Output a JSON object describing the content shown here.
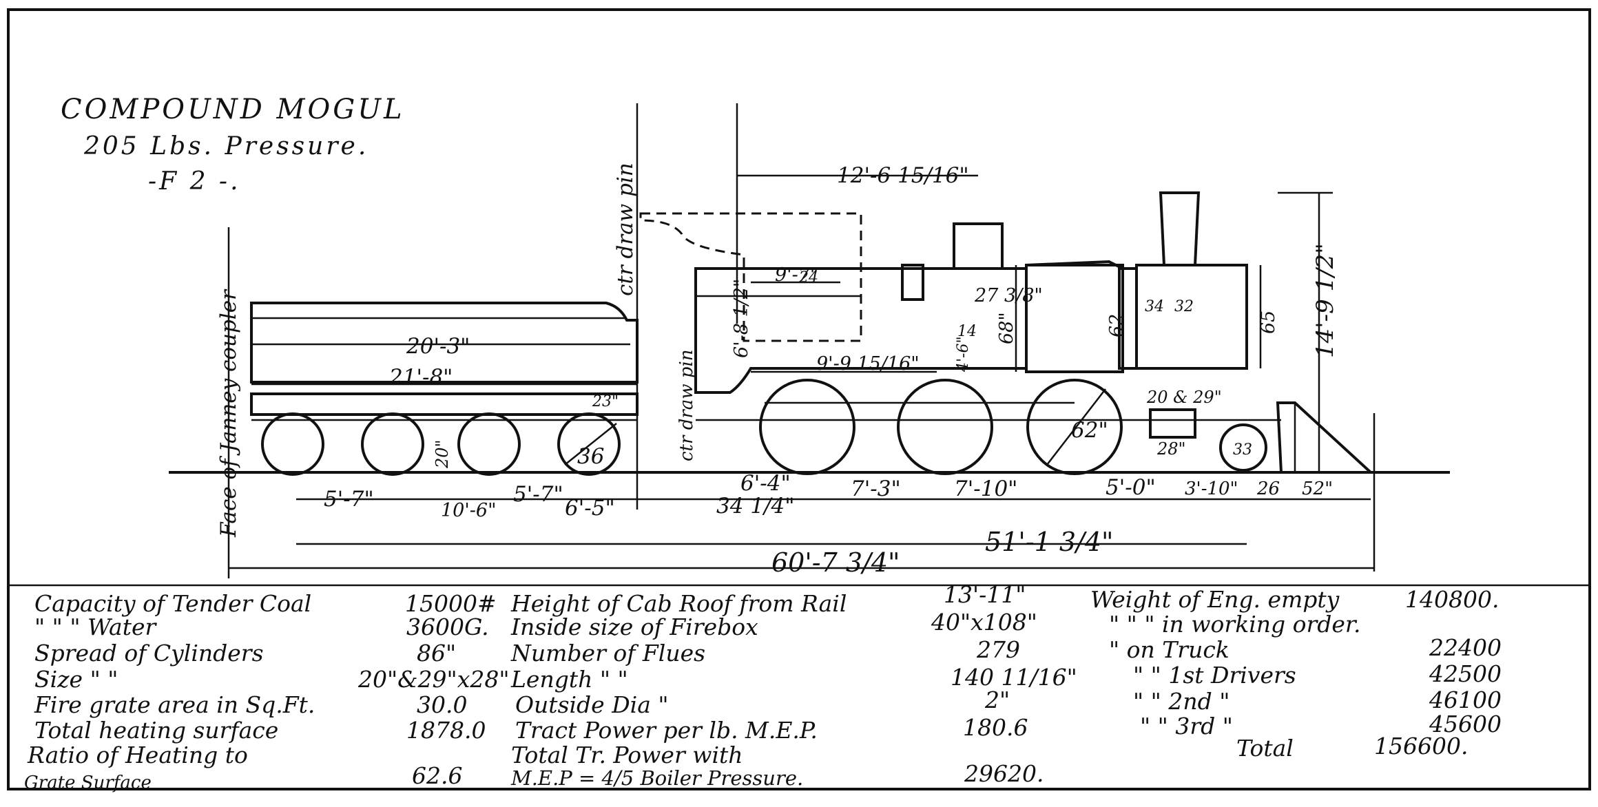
{
  "title": {
    "name": "COMPOUND MOGUL",
    "pressure": "205 Lbs. Pressure.",
    "class": "-F 2 -."
  },
  "side_labels": {
    "coupler": "Face of Janney coupler",
    "drawpin": "ctr draw pin",
    "drawpin2": "ctr draw pin"
  },
  "dimensions": {
    "tender_top": "20'-3\"",
    "tender_frame": "21'-8\"",
    "tender_small": "23\"",
    "tender_wheel": "36",
    "tender_spread_a": "5'-7\"",
    "tender_spread_b": "10'-6\"",
    "tender_spread_c": "5'-7\"",
    "tender_to_pin": "6'-5\"",
    "drawbar": "34 1/4\"",
    "cab_to_driver": "6'-4\"",
    "driver_1_2": "7'-3\"",
    "driver_2_3": "7'-10\"",
    "driver_to_truck": "5'-0\"",
    "truck_to_cyl": "3'-10\"",
    "pilot_a": "26",
    "pilot_b": "52\"",
    "engine_wheelbase": "51'-1 3/4\"",
    "overall_length": "60'-7 3/4\"",
    "boiler_top": "12'-6 15/16\"",
    "cab_len": "9'-7\"",
    "firebox_len": "9'-9 15/16\"",
    "dome_height": "27 3/8\"",
    "boiler_dia": "68\"",
    "cyl_a": "62",
    "cyl_b": "65",
    "smoke_a": "34",
    "smoke_b": "32",
    "height": "14'-9 1/2\"",
    "cab_height": "6'-8 1/2\"",
    "driver_dia": "62\"",
    "cylinder_block": "20 & 29\"",
    "truck_offset": "28\"",
    "truck_wheel": "33",
    "tender_wheel_b": "20\"",
    "cab_side": "24",
    "firebox_side": "4'-6\"",
    "cab_rise": "14"
  },
  "specs_left": [
    {
      "label": "Capacity of Tender Coal",
      "value": "15000#"
    },
    {
      "label": "\"      \"      \"      Water",
      "value": "3600G."
    },
    {
      "label": "Spread of Cylinders",
      "value": "86\""
    },
    {
      "label": "Size     \"      \"",
      "value": "20\"&29\"x28\""
    },
    {
      "label": "Fire grate area in Sq.Ft.",
      "value": "30.0"
    },
    {
      "label": "Total heating surface",
      "value": "1878.0"
    },
    {
      "label": "Ratio of Heating to",
      "value": ""
    },
    {
      "label": "Grate Surface",
      "value": "62.6"
    }
  ],
  "specs_middle": [
    {
      "label": "Height of Cab Roof from Rail",
      "value": "13'-11\""
    },
    {
      "label": "Inside size of Firebox",
      "value": "40\"x108\""
    },
    {
      "label": "Number of Flues",
      "value": "279"
    },
    {
      "label": "Length   \"      \"",
      "value": "140 11/16\""
    },
    {
      "label": "Outside Dia   \"",
      "value": "2\""
    },
    {
      "label": "Tract Power per lb. M.E.P.",
      "value": "180.6"
    },
    {
      "label": "Total Tr. Power with",
      "value": ""
    },
    {
      "label": "M.E.P = 4/5 Boiler Pressure.",
      "value": "29620."
    }
  ],
  "specs_right": [
    {
      "label": "Weight of Eng. empty",
      "value": "140800."
    },
    {
      "label": "\"     \"    \" in working order.",
      "value": ""
    },
    {
      "label": "\" on Truck",
      "value": "22400"
    },
    {
      "label": "\"  \" 1st Drivers",
      "value": "42500"
    },
    {
      "label": "\"  \" 2nd     \"",
      "value": "46100"
    },
    {
      "label": "\"  \" 3rd     \"",
      "value": "45600"
    },
    {
      "label": "Total",
      "value": "156600."
    }
  ]
}
